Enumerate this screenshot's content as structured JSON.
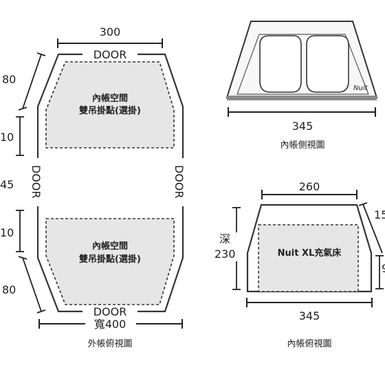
{
  "outer_top_view": {
    "width_top": "300",
    "left_dim_upper": "80",
    "left_dim_mid_upper": "10",
    "left_dim_center": "45",
    "left_dim_mid_lower": "10",
    "left_dim_lower": "80",
    "door_top": "DOOR",
    "door_left": "DOOR",
    "door_right": "DOOR",
    "door_bottom": "DOOR",
    "upper_inner_line1": "內帳空間",
    "upper_inner_line2": "雙吊掛點(選掛)",
    "lower_inner_line1": "內帳空間",
    "lower_inner_line2": "雙吊掛點(選掛)",
    "width_bottom": "寬400",
    "width_bottom_color": "#c0392b",
    "caption": "外帳俯視圖"
  },
  "inner_side_view": {
    "brand": "Nuit",
    "width": "345",
    "caption": "內帳側視圖"
  },
  "inner_top_view": {
    "width_top": "260",
    "right_dim_upper": "15",
    "right_dim_lower": "9",
    "depth_label": "深",
    "depth_value": "230",
    "bed_label": "Nuit XL充氣床",
    "width_bottom": "345",
    "caption": "內帳俯視圖"
  }
}
